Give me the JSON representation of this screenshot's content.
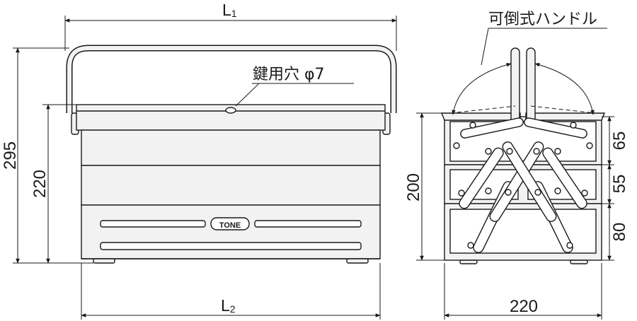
{
  "labels": {
    "l1": "L",
    "l1_sub": "1",
    "l2": "L",
    "l2_sub": "2",
    "handle": "可倒式ハンドル",
    "keyhole": "鍵用穴 φ7",
    "brand": "TONE"
  },
  "dimensions": {
    "total_height": "295",
    "body_height": "220",
    "front_height": "200",
    "tier1": "65",
    "tier2": "55",
    "tier3": "80",
    "depth": "220"
  },
  "colors": {
    "line": "#1a1a1a",
    "fill": "#f2f2f2",
    "fill_dark": "#dcdcdc"
  }
}
